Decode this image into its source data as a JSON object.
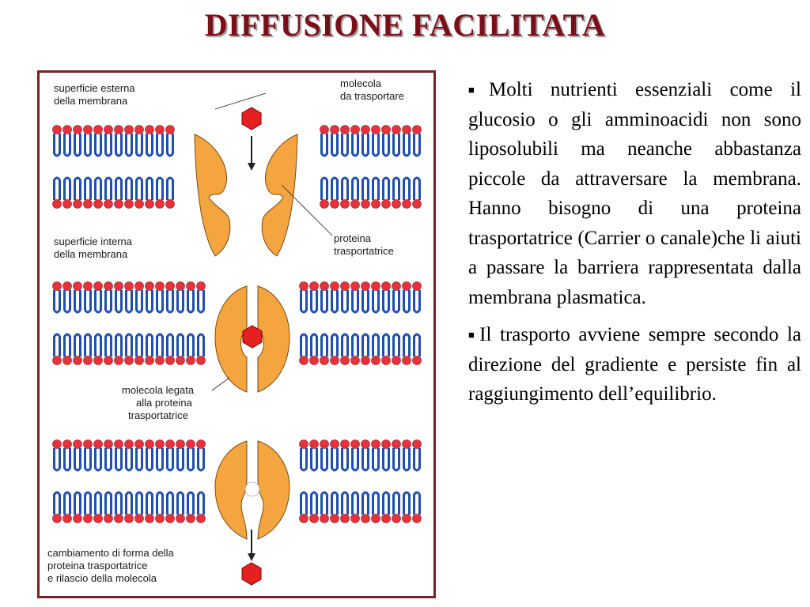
{
  "slide": {
    "title": "DIFFUSIONE FACILITATA"
  },
  "figure": {
    "labels": {
      "outer_surface_1": "superficie esterna",
      "outer_surface_2": "della membrana",
      "molecule_1": "molecola",
      "molecule_2": "da trasportare",
      "protein_1": "proteina",
      "protein_2": "trasportatrice",
      "inner_surface_1": "superficie interna",
      "inner_surface_2": "della membrana",
      "bound_1": "molecola legata",
      "bound_2": "alla proteina",
      "bound_3": "trasportatrice",
      "change_1": "cambiamento di forma della",
      "change_2": "proteina trasportatrice",
      "change_3": "e rilascio della molecola"
    },
    "colors": {
      "lipid_head": "#e8313a",
      "lipid_tail": "#1f4fb4",
      "protein": "#f5a540",
      "molecule": "#e42020",
      "frame": "#7a1f24"
    }
  },
  "text": {
    "paragraph_1": "Molti nutrienti essenziali come il glucosio o gli amminoacidi non sono liposolubili ma neanche abbastanza piccole da attraversare la membrana. Hanno bisogno di una proteina trasportatrice (Carrier o canale)che li aiuti a passare la barriera rappresentata dalla membrana plasmatica.",
    "paragraph_2": "Il trasporto avviene sempre secondo la direzione del gradiente e persiste fin al raggiungimento dell’equilibrio."
  },
  "icons": [
    "bullet-icon",
    "arrow-down-icon",
    "hexagon-molecule-icon"
  ]
}
